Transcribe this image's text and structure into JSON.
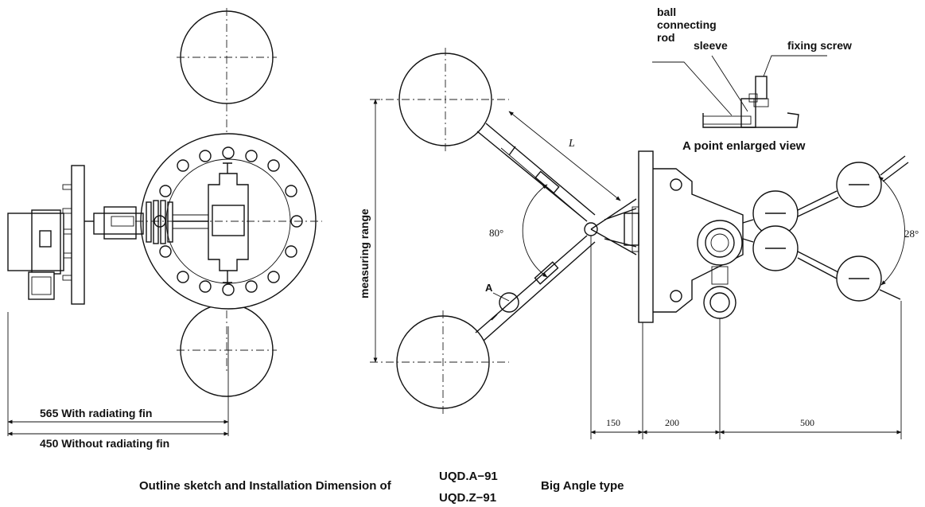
{
  "callouts": {
    "ball_connecting_rod": [
      "ball",
      "connecting",
      "rod"
    ],
    "sleeve": "sleeve",
    "fixing_screw": "fixing screw",
    "enlarged_view": "A point enlarged view",
    "point_a": "A"
  },
  "dimensions": {
    "measuring_range": "measuring range",
    "length_l": "L",
    "angle_left": "80°",
    "angle_right": "28°",
    "d150": "150",
    "d200": "200",
    "d500": "500",
    "with_fin": "565 With radiating fin",
    "without_fin": "450 Without radiating fin"
  },
  "caption": {
    "prefix": "Outline sketch and Installation Dimension of",
    "model_a": "UQD.A−91",
    "model_z": "UQD.Z−91",
    "suffix": "Big Angle type"
  },
  "colors": {
    "ink": "#111111",
    "background": "#ffffff"
  }
}
